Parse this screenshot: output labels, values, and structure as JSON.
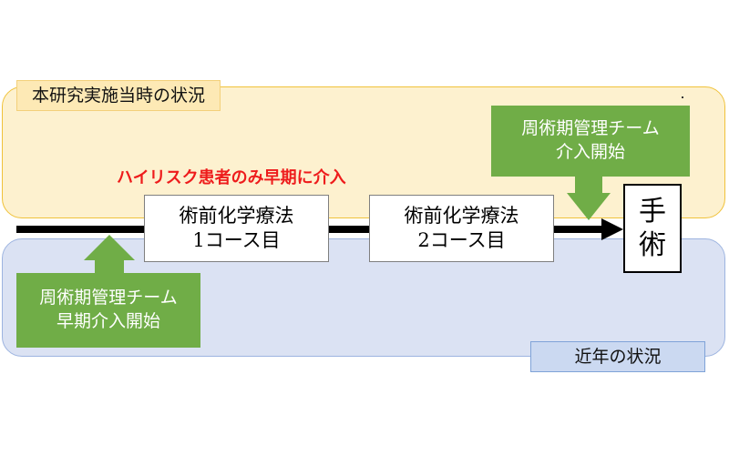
{
  "regions": {
    "study_period_label": "本研究実施当時の状況",
    "recent_label": "近年の状況"
  },
  "note": {
    "high_risk_intervention": "ハイリスク患者のみ早期に介入"
  },
  "steps": [
    {
      "line1": "術前化学療法",
      "line2": "1コース目"
    },
    {
      "line1": "術前化学療法",
      "line2": "2コース目"
    }
  ],
  "surgery": {
    "char1": "手",
    "char2": "術"
  },
  "callouts": {
    "team_intervention_start": {
      "line1": "周術期管理チーム",
      "line2": "介入開始"
    },
    "team_early_intervention_start": {
      "line1": "周術期管理チーム",
      "line2": "早期介入開始"
    }
  },
  "colors": {
    "top_region": "#fdf1cf",
    "bottom_region": "#dbe2f3",
    "callout_green": "#70ad47",
    "emphasis_red": "#ee1c1c",
    "timeline": "#000000"
  }
}
